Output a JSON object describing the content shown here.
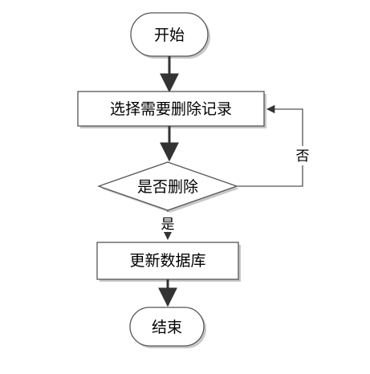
{
  "diagram": {
    "nodes": {
      "start": {
        "label": "开始",
        "shape": "terminator"
      },
      "select": {
        "label": "选择需要删除记录",
        "shape": "process"
      },
      "decide": {
        "label": "是否删除",
        "shape": "decision"
      },
      "update": {
        "label": "更新数据库",
        "shape": "process"
      },
      "end": {
        "label": "结束",
        "shape": "terminator"
      }
    },
    "edges": {
      "yes": {
        "from": "decide",
        "to": "update",
        "label": "是"
      },
      "no": {
        "from": "decide",
        "to": "select",
        "label": "否"
      }
    },
    "colors": {
      "stroke": "#555555",
      "arrow": "#333333",
      "shadow": "#c8c8c8",
      "text": "#000000"
    }
  }
}
